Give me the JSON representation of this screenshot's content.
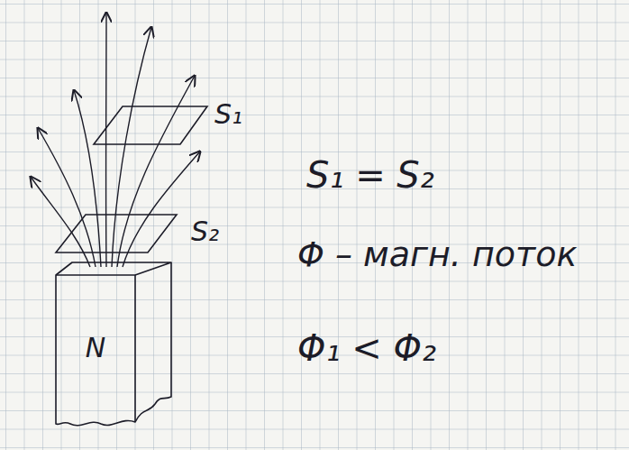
{
  "diagram": {
    "nodes": [
      {
        "text": [
          "N"
        ]
      }
    ],
    "labels": [
      "S₁",
      "S₂",
      "S₁ = S₂",
      "Φ – магн. поток",
      "Φ₁ < Φ₂"
    ]
  }
}
